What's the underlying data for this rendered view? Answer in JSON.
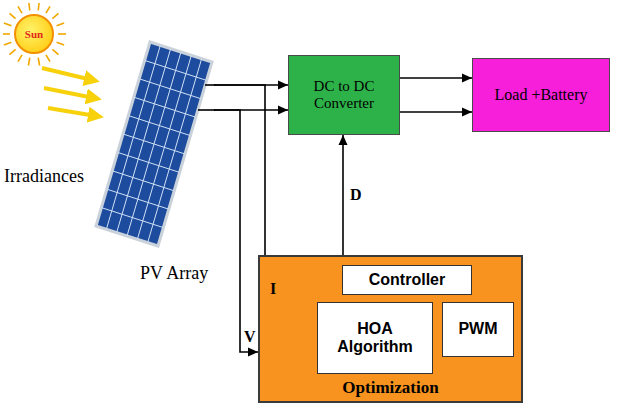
{
  "diagram": {
    "nodes": [
      {
        "text": [
          "Sun"
        ]
      },
      {
        "text": [
          "PV Array"
        ]
      },
      {
        "text": [
          "DC to DC Converter"
        ]
      },
      {
        "text": [
          "Load +Battery"
        ]
      },
      {
        "text": [
          "Optimization"
        ]
      },
      {
        "text": [
          "Controller"
        ],
        "in": 4
      },
      {
        "text": [
          "HOA Algorithm"
        ],
        "in": 4
      },
      {
        "text": [
          "PWM"
        ],
        "in": 4
      }
    ],
    "edges": [
      {
        "from": 1,
        "to": 2,
        "arrow": "to"
      },
      {
        "from": 1,
        "to": 2,
        "arrow": "to"
      },
      {
        "from": 2,
        "to": 3,
        "arrow": "to"
      },
      {
        "from": 2,
        "to": 3,
        "arrow": "to"
      },
      {
        "from": 4,
        "to": 2,
        "label": "D",
        "arrow": "to"
      },
      {
        "from": 1,
        "to": 6,
        "label": "I",
        "arrow": "to"
      },
      {
        "from": 1,
        "to": 4,
        "label": "V",
        "arrow": "to"
      }
    ],
    "labels": [
      "Irradiances"
    ]
  }
}
